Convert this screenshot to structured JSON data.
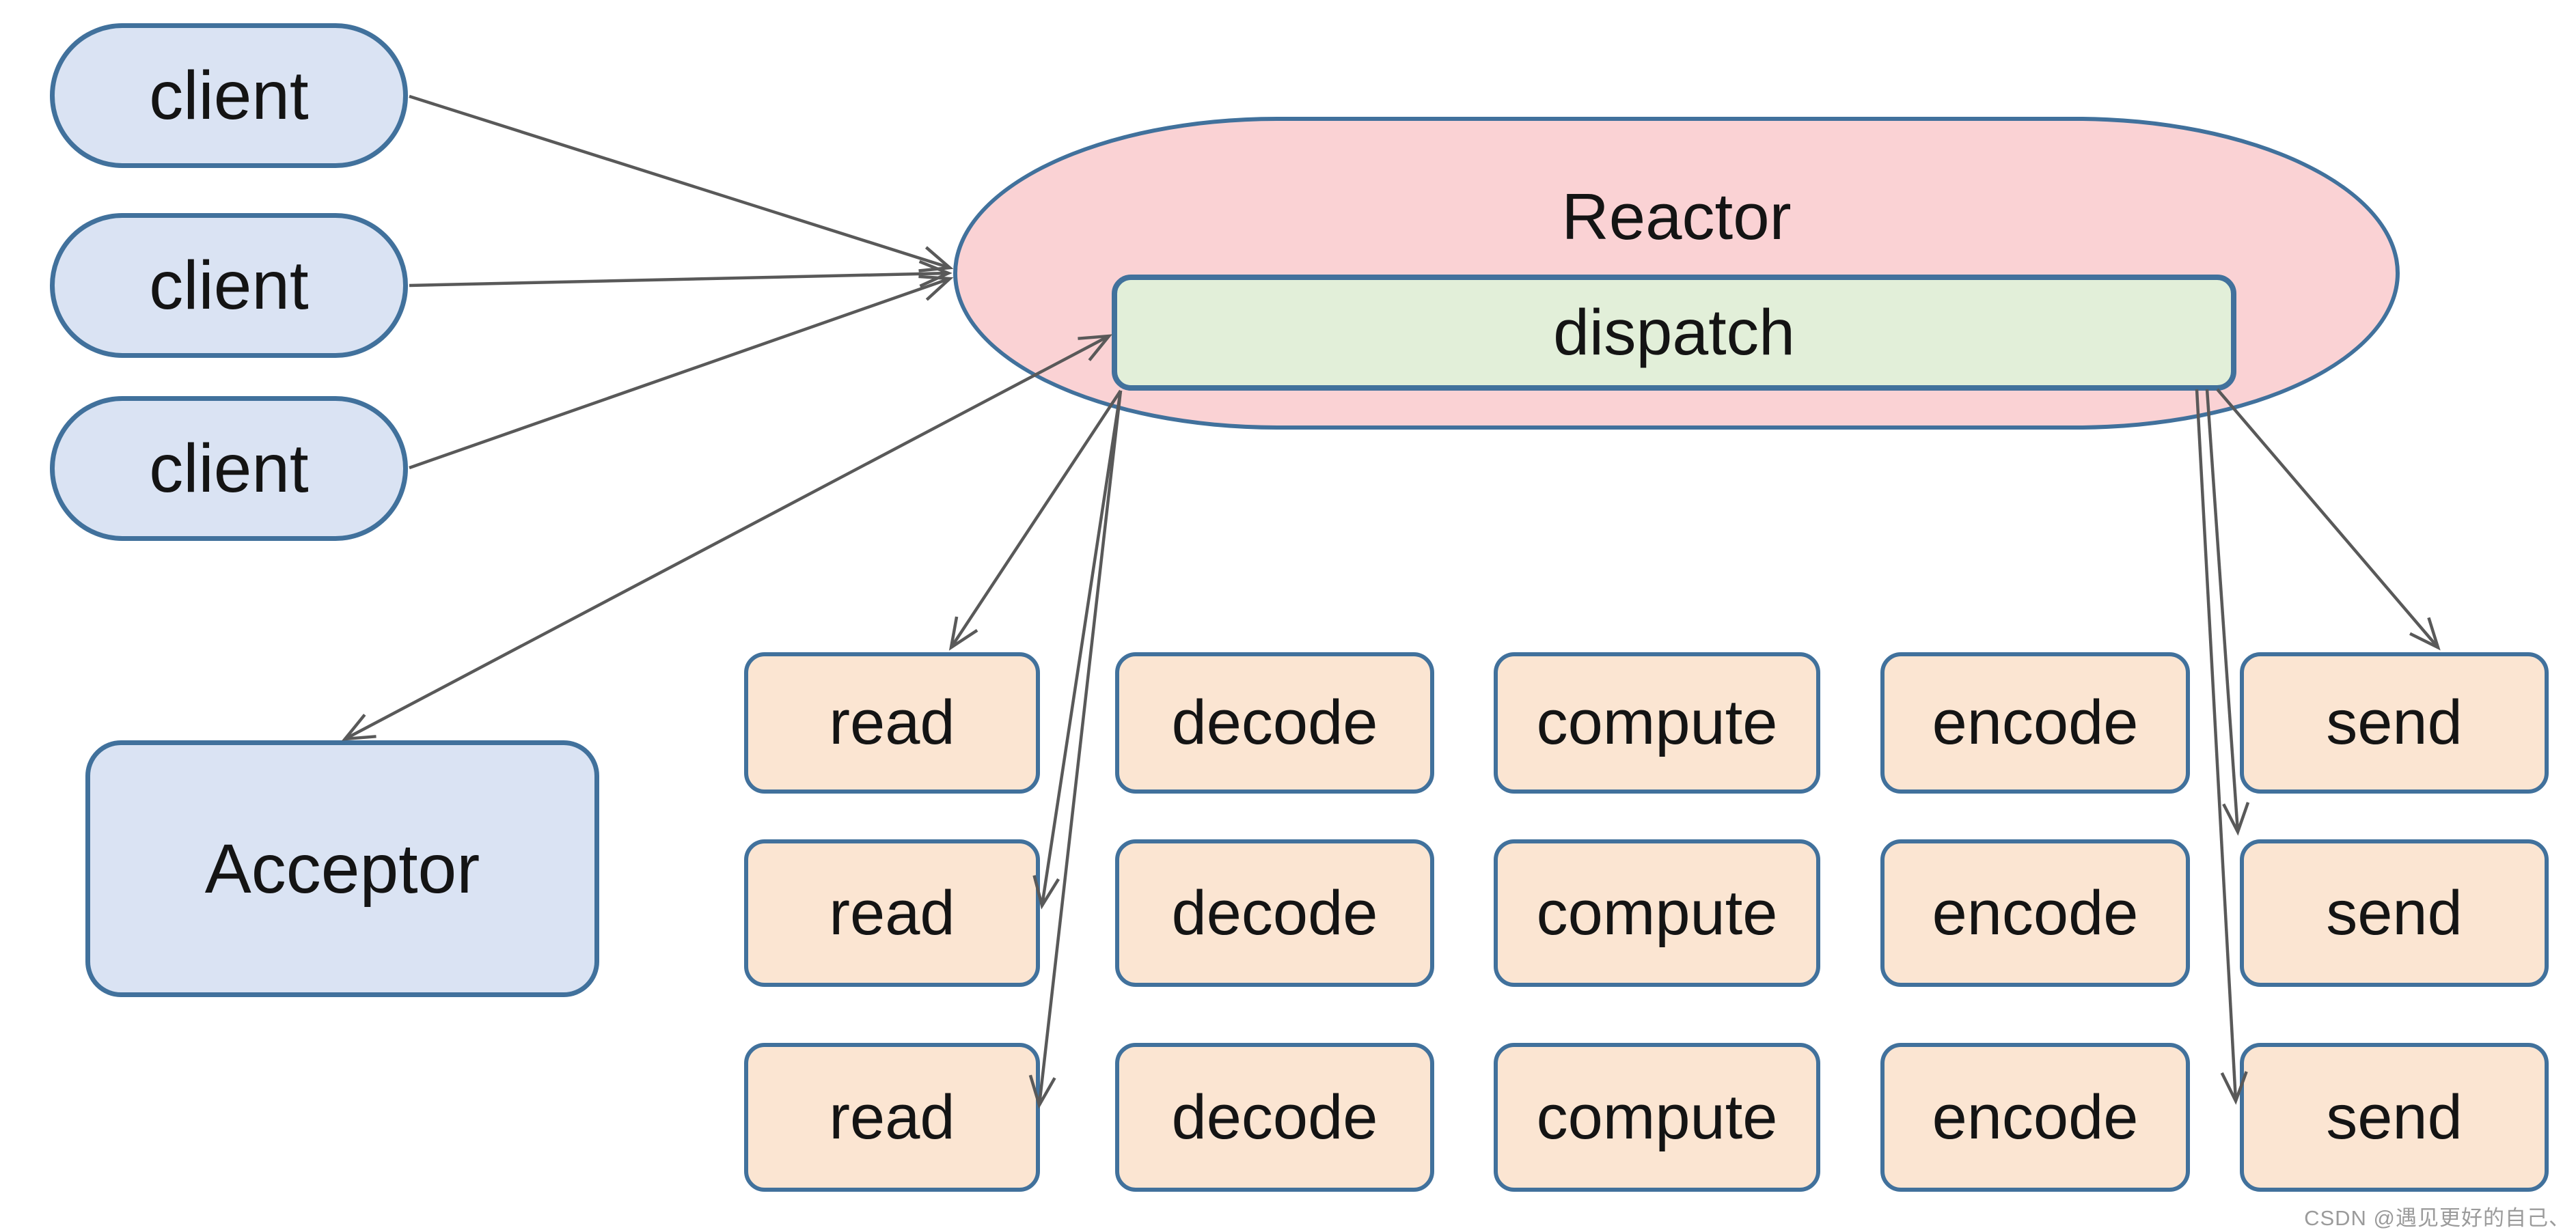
{
  "clients": [
    "client",
    "client",
    "client"
  ],
  "reactor": {
    "label": "Reactor",
    "dispatch_label": "dispatch"
  },
  "acceptor": {
    "label": "Acceptor"
  },
  "workers": {
    "rows": [
      [
        "read",
        "decode",
        "compute",
        "encode",
        "send"
      ],
      [
        "read",
        "decode",
        "compute",
        "encode",
        "send"
      ],
      [
        "read",
        "decode",
        "compute",
        "encode",
        "send"
      ]
    ]
  },
  "edges": [
    {
      "from": "client-1",
      "to": "reactor",
      "bidirectional": false
    },
    {
      "from": "client-2",
      "to": "reactor",
      "bidirectional": false
    },
    {
      "from": "client-3",
      "to": "reactor",
      "bidirectional": false
    },
    {
      "from": "acceptor",
      "to": "dispatch",
      "bidirectional": true
    },
    {
      "from": "dispatch",
      "to": "read-row-1",
      "bidirectional": false
    },
    {
      "from": "dispatch",
      "to": "read-row-2",
      "bidirectional": false
    },
    {
      "from": "dispatch",
      "to": "read-row-3",
      "bidirectional": false
    },
    {
      "from": "dispatch",
      "to": "send-row-1",
      "bidirectional": false
    },
    {
      "from": "dispatch",
      "to": "send-row-2",
      "bidirectional": false
    },
    {
      "from": "dispatch",
      "to": "send-row-3",
      "bidirectional": false
    }
  ],
  "colors": {
    "client_fill": "#dae3f3",
    "reactor_fill": "#fad2d4",
    "dispatch_fill": "#e2efd9",
    "worker_fill": "#fbe5d2",
    "node_border": "#41719c",
    "arrow": "#595959",
    "text": "#141414",
    "watermark": "#9b9b9b"
  },
  "watermark": "CSDN @遇见更好的自己、"
}
